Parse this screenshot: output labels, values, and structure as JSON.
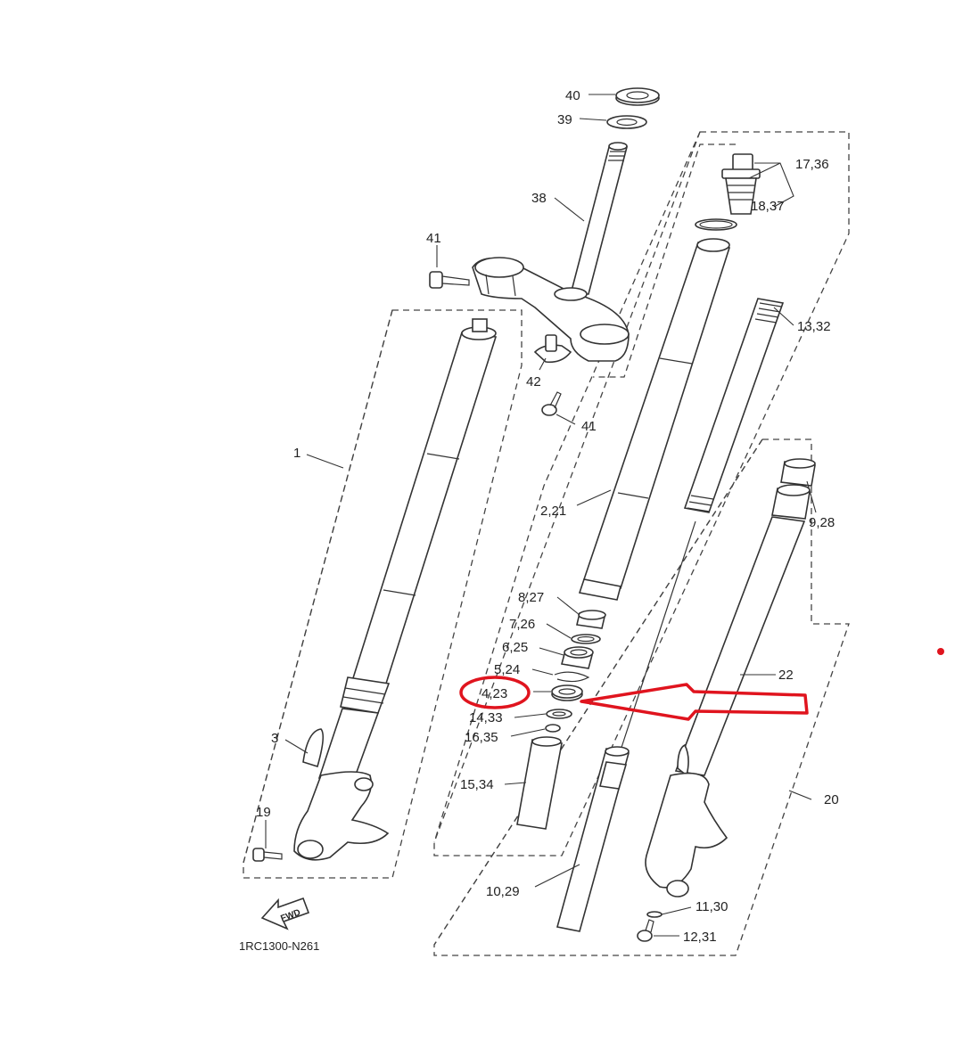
{
  "diagram": {
    "labels": {
      "p40": "40",
      "p39": "39",
      "p38": "38",
      "p41a": "41",
      "p42": "42",
      "p41b": "41",
      "p17_36": "17,36",
      "p18_37": "18,37",
      "p13_32": "13,32",
      "p1": "1",
      "p2_21": "2,21",
      "p9_28": "9,28",
      "p8_27": "8,27",
      "p7_26": "7,26",
      "p6_25": "6,25",
      "p5_24": "5,24",
      "p4_23": "4,23",
      "p14_33": "14,33",
      "p16_35": "16,35",
      "p22": "22",
      "p3": "3",
      "p15_34": "15,34",
      "p19": "19",
      "p20": "20",
      "p10_29": "10,29",
      "p11_30": "11,30",
      "p12_31": "12,31"
    },
    "fwd_marker": "FWD",
    "drawing_code": "1RC1300-N261",
    "highlight": {
      "part": "4,23",
      "color": "#e0141e"
    }
  }
}
